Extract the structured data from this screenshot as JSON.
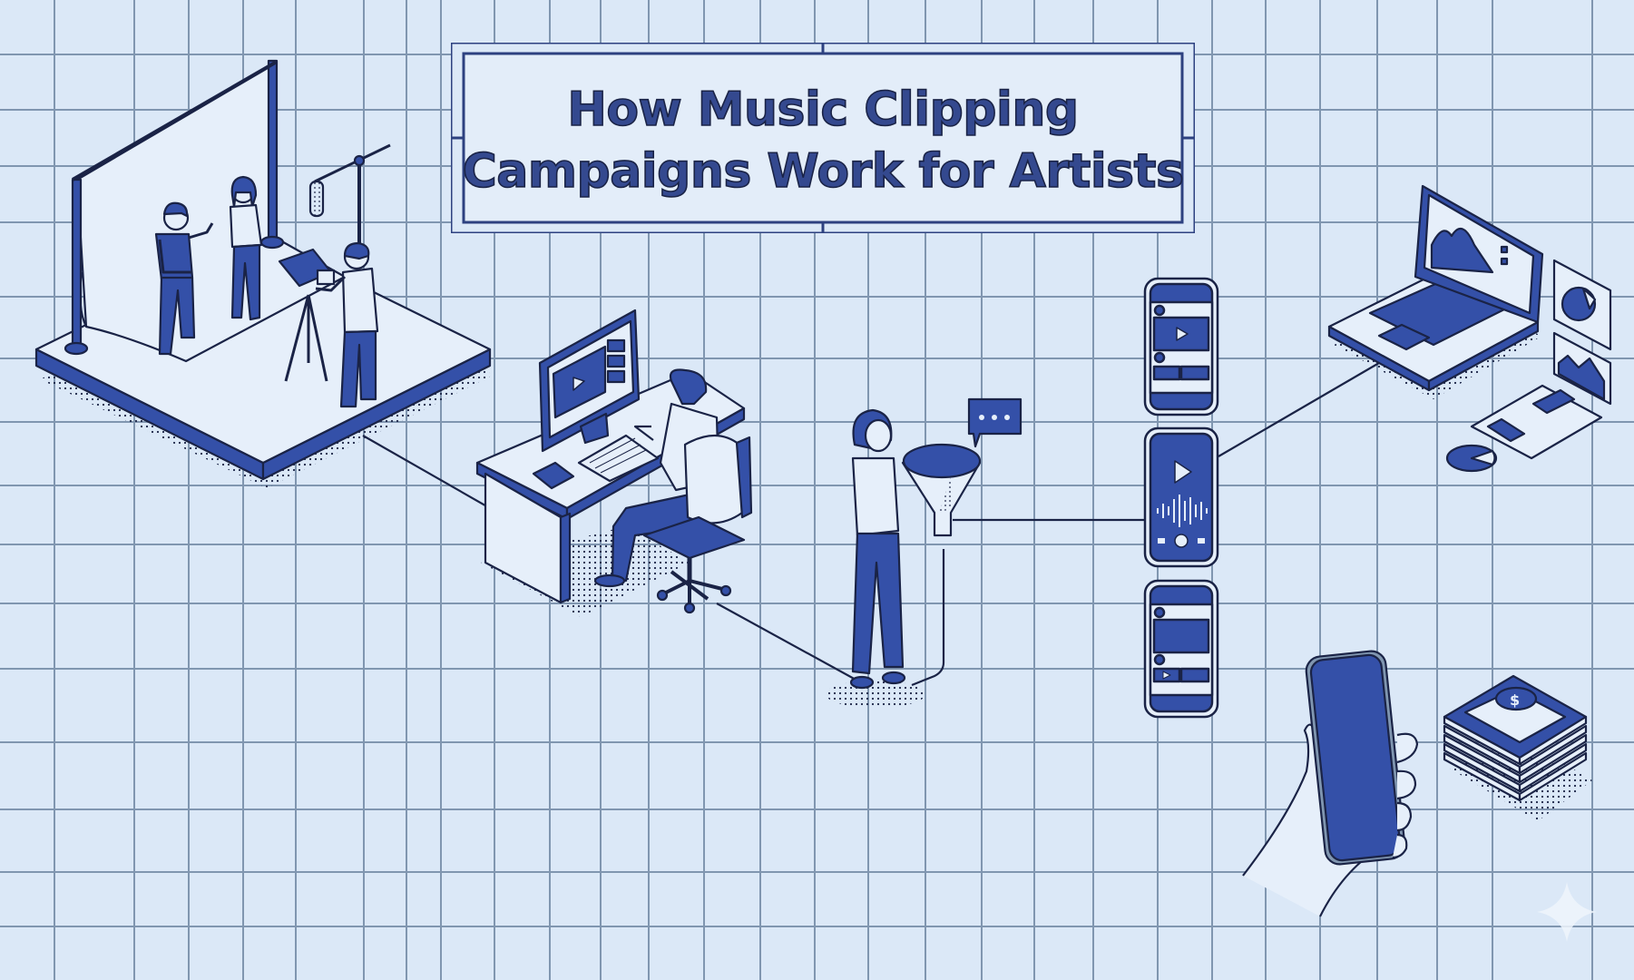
{
  "title": {
    "line1": "How Music Clipping",
    "line2": "Campaigns Work for Artists"
  },
  "colors": {
    "background": "#dbe8f7",
    "grid_line": "#8096b0",
    "ink": "#1a2346",
    "fill_blue": "#3450a8",
    "light_fill": "#e6effa",
    "title_text": "#34498f"
  },
  "stages": [
    {
      "id": "studio",
      "label": "Video production studio",
      "icons": [
        "backdrop-icon",
        "performer-icon",
        "boom-mic-icon",
        "video-camera-icon",
        "camera-operator-icon"
      ]
    },
    {
      "id": "editing",
      "label": "Clip editing workstation",
      "icons": [
        "monitor-icon",
        "play-icon",
        "keyboard-icon",
        "phone-icon",
        "editor-icon",
        "office-chair-icon"
      ]
    },
    {
      "id": "distribution",
      "label": "Clip distribution funnel",
      "icons": [
        "funnel-icon",
        "chat-bubble-icon",
        "clipper-icon"
      ]
    },
    {
      "id": "platforms",
      "label": "Social feed phones",
      "icons": [
        "feed-phone-icon",
        "audio-player-phone-icon",
        "feed-phone-icon"
      ]
    },
    {
      "id": "analytics",
      "label": "Analytics dashboard",
      "icons": [
        "laptop-icon",
        "area-chart-icon",
        "pie-chart-icon",
        "bar-chart-icon"
      ]
    },
    {
      "id": "revenue",
      "label": "Fan engagement and revenue",
      "icons": [
        "hand-holding-phone-icon",
        "money-stack-icon",
        "dollar-icon"
      ]
    }
  ],
  "chat_bubble": {
    "text": "..."
  }
}
